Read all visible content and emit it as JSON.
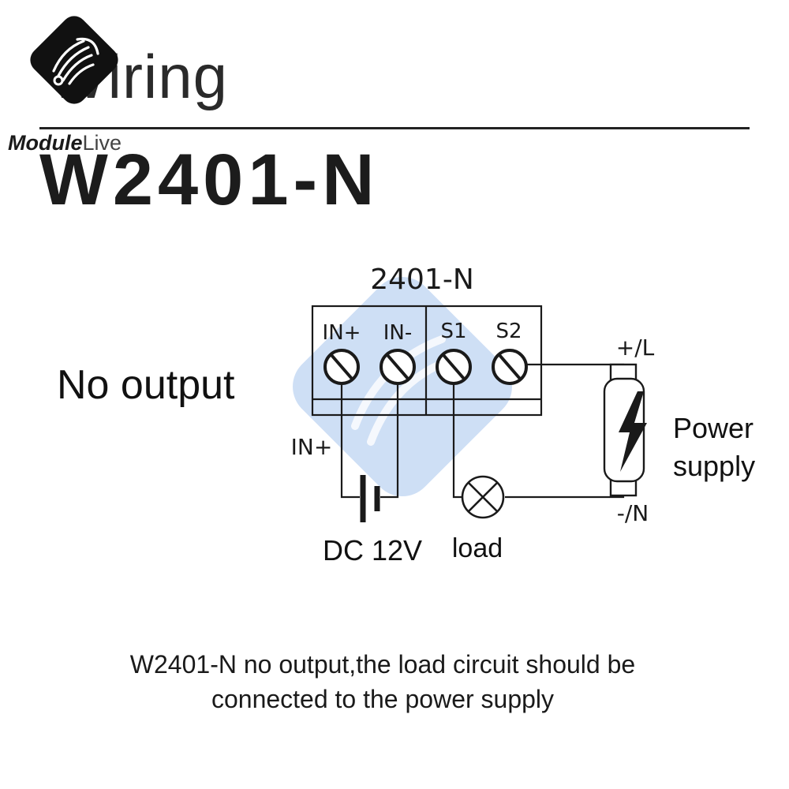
{
  "header": {
    "title": "Wiring",
    "model": "W2401-N"
  },
  "brand": {
    "name_bold": "Module",
    "name_light": "Live"
  },
  "mode_label": "No output",
  "diagram": {
    "module_label": "2401-N",
    "terminals": [
      "IN+",
      "IN-",
      "S1",
      "S2"
    ],
    "input_wire_label": "IN+",
    "battery_label": "DC 12V",
    "load_label": "load",
    "supply_plus_label": "+/L",
    "supply_minus_label": "-/N",
    "supply_label_line1": "Power",
    "supply_label_line2": "supply"
  },
  "caption": {
    "line1": "W2401-N no output,the load circuit should be",
    "line2": "connected to the power supply"
  },
  "colors": {
    "watermark": "#c9dcf5",
    "ink": "#1a1a1a"
  }
}
